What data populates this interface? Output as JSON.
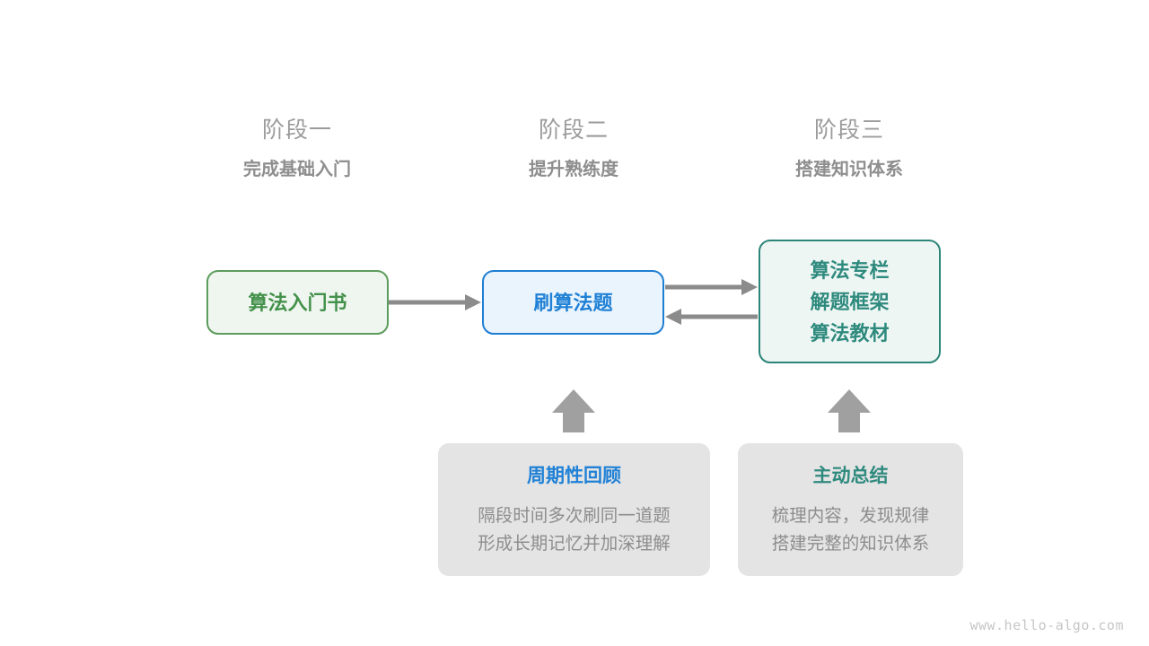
{
  "diagram": {
    "background": "#ffffff",
    "phases": [
      {
        "title": "阶段一",
        "subtitle": "完成基础入门"
      },
      {
        "title": "阶段二",
        "subtitle": "提升熟练度"
      },
      {
        "title": "阶段三",
        "subtitle": "搭建知识体系"
      }
    ],
    "nodes": {
      "book": {
        "label": "算法入门书",
        "color": "#43914b",
        "border": "#5c9c5c",
        "fill": "#eff6ef"
      },
      "practice": {
        "label": "刷算法题",
        "color": "#2081d6",
        "border": "#1d7ed3",
        "fill": "#eaf4fd"
      },
      "knowledge": {
        "line1": "算法专栏",
        "line2": "解题框架",
        "line3": "算法教材",
        "color": "#2f8a7e",
        "border": "#2c8579",
        "fill": "#eef6f4"
      }
    },
    "cards": {
      "review": {
        "title": "周期性回顾",
        "title_color": "#2081d6",
        "line1": "隔段时间多次刷同一道题",
        "line2": "形成长期记忆并加深理解",
        "fill": "#e4e4e4"
      },
      "summary": {
        "title": "主动总结",
        "title_color": "#2f8a7e",
        "line1": "梳理内容，发现规律",
        "line2": "搭建完整的知识体系",
        "fill": "#e4e4e4"
      }
    },
    "connectors": {
      "arrow_color": "#8b8b8b",
      "book_to_practice": "arrow-right",
      "practice_to_knowledge": "arrow-right",
      "knowledge_to_practice": "arrow-left",
      "review_to_practice": "arrow-up-block",
      "summary_to_knowledge": "arrow-up-block"
    },
    "watermark": "www.hello-algo.com"
  }
}
